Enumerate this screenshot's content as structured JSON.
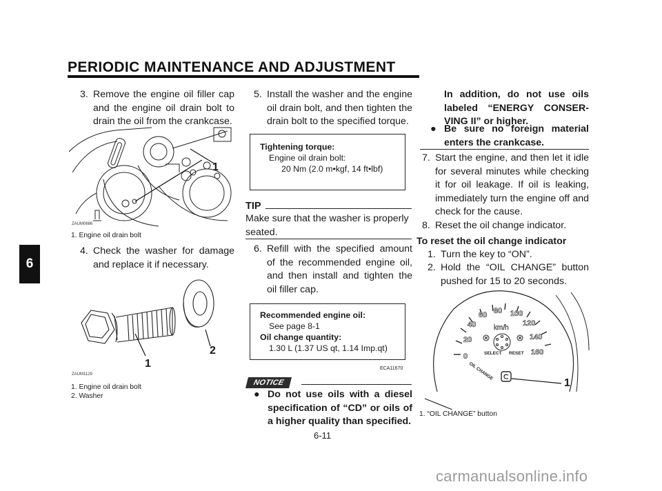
{
  "header": {
    "title": "PERIODIC MAINTENANCE AND ADJUSTMENT"
  },
  "side_tab": "6",
  "col1": {
    "step3": {
      "num": "3.",
      "text": "Remove the engine oil filler cap and the engine oil drain bolt to drain the oil from the crankcase."
    },
    "fig1": {
      "code": "ZAUM0686",
      "callout": "1",
      "caption": "1. Engine oil drain bolt"
    },
    "step4": {
      "num": "4.",
      "text": "Check the washer for damage and replace it if necessary."
    },
    "fig2": {
      "code": "ZAUM1129",
      "callout1": "1",
      "callout2": "2",
      "caption1": "1. Engine oil drain bolt",
      "caption2": "2. Washer"
    }
  },
  "col2": {
    "step5": {
      "num": "5.",
      "text": "Install the washer and the engine oil drain bolt, and then tighten the drain bolt to the specified torque."
    },
    "torque_box": {
      "label": "Tightening torque:",
      "item": "Engine oil drain bolt:",
      "value": "20 Nm (2.0 m•kgf, 14 ft•lbf)"
    },
    "tip": {
      "label": "TIP",
      "text": "Make sure that the washer is properly seated."
    },
    "step6": {
      "num": "6.",
      "text": "Refill with the specified amount of the recommended engine oil, and then install and tighten the oil filler cap."
    },
    "oil_box": {
      "label1": "Recommended engine oil:",
      "value1": "See page 8-1",
      "label2": "Oil change quantity:",
      "value2": "1.30 L (1.37 US qt, 1.14 Imp.qt)"
    },
    "notice": {
      "code": "ECA11670",
      "label": "NOTICE",
      "bullet": "●",
      "text": "Do not use oils with a diesel specification of “CD” or oils of a higher quality than specified."
    }
  },
  "col3": {
    "cont": "In addition, do not use oils labeled “ENERGY CONSER-VING II” or higher.",
    "bullet2": {
      "dot": "●",
      "text": "Be sure no foreign material enters the crankcase."
    },
    "step7": {
      "num": "7.",
      "text": "Start the engine, and then let it idle for several minutes while checking it for oil leakage. If oil is leaking, immediately turn the engine off and check for the cause."
    },
    "step8": {
      "num": "8.",
      "text": "Reset the oil change indicator."
    },
    "reset_heading": "To reset the oil change indicator",
    "r1": {
      "num": "1.",
      "text": "Turn the key to “ON”."
    },
    "r2": {
      "num": "2.",
      "text": "Hold the “OIL CHANGE” button pushed for 15 to 20 seconds."
    },
    "fig3": {
      "callout": "1",
      "caption": "1. “OIL CHANGE” button",
      "speeds": [
        "0",
        "20",
        "40",
        "60",
        "80",
        "100",
        "120",
        "140",
        "160"
      ],
      "unit": "km/h",
      "select": "SELECT",
      "reset": "RESET",
      "oil_change": "OIL CHANGE"
    }
  },
  "page_number": "6-11",
  "watermark": "carmanualsonline.info"
}
